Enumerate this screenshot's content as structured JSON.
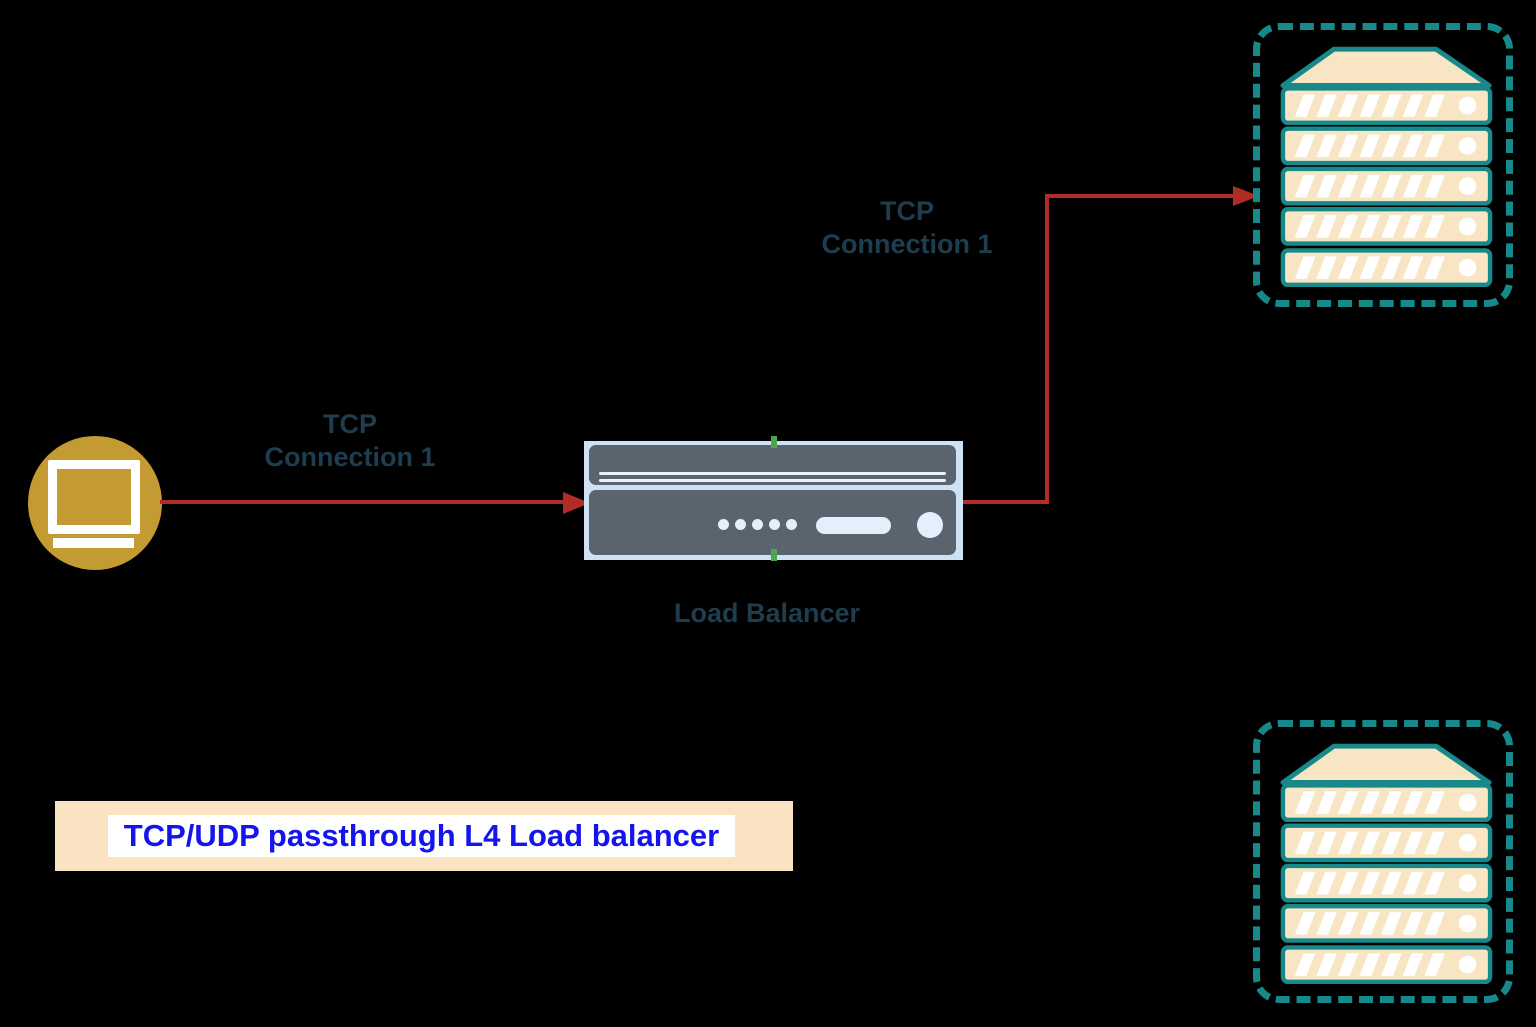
{
  "diagram": {
    "title": "TCP/UDP passthrough L4 load balancer diagram",
    "background_color": "#000000",
    "client": {
      "icon": "monitor-icon",
      "circle_color": "#C49B32",
      "icon_color": "#FFFFFF"
    },
    "connection_left": {
      "line1": "TCP",
      "line2": "Connection 1"
    },
    "connection_right": {
      "line1": "TCP",
      "line2": "Connection 1"
    },
    "load_balancer": {
      "caption": "Load Balancer",
      "icon": "load-balancer-appliance-icon",
      "body_color": "#59646F",
      "detail_color": "#E3EFFA",
      "selection_outline_color": "#CFE2F3",
      "anchor_color": "#4CA64C"
    },
    "server_groups": [
      {
        "icon": "server-rack-icon",
        "position": "top-right",
        "units": 5
      },
      {
        "icon": "server-rack-icon",
        "position": "bottom-right",
        "units": 5
      }
    ],
    "banner": {
      "text": "TCP/UDP passthrough L4 Load balancer",
      "text_color": "#1414EE",
      "highlight_color": "#FFFFFF",
      "background_color": "#FAE3C3"
    },
    "colors": {
      "arrow_red": "#B12B27",
      "server_teal": "#17898A",
      "server_cream": "#F8E5C4",
      "label_text": "#1E3D4E",
      "client_gold": "#C49B32"
    }
  }
}
